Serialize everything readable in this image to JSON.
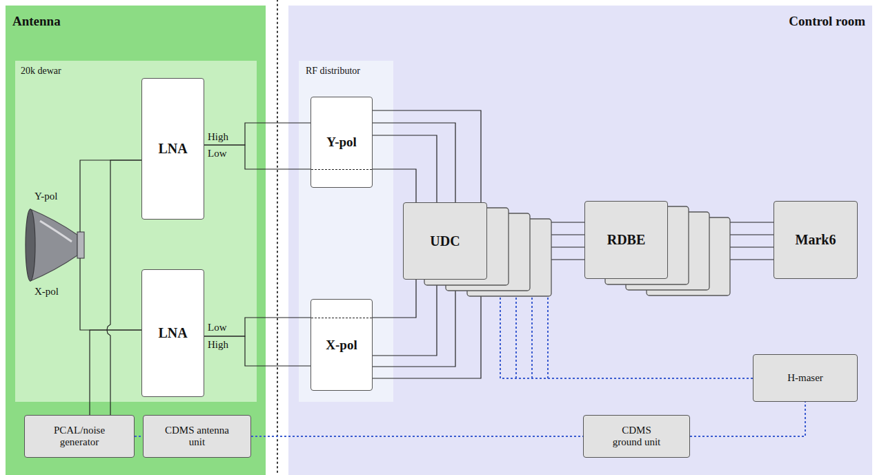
{
  "diagram": {
    "nodes": [
      {
        "text": [
          "Antenna"
        ]
      },
      {
        "text": [
          "20k dewar"
        ],
        "in": 0
      },
      {
        "text": [
          "LNA"
        ],
        "in": 1
      },
      {
        "text": [
          "LNA"
        ],
        "in": 1
      },
      {
        "text": [
          "PCAL/noise generator"
        ],
        "in": 0
      },
      {
        "text": [
          "CDMS antenna unit"
        ],
        "in": 0
      },
      {
        "text": [
          "Control room"
        ]
      },
      {
        "text": [
          "RF distributor"
        ],
        "in": 6
      },
      {
        "text": [
          "Y-pol"
        ],
        "in": 7
      },
      {
        "text": [
          "X-pol"
        ],
        "in": 7
      },
      {
        "text": [
          "UDC"
        ],
        "in": 6
      },
      {
        "text": [
          "RDBE"
        ],
        "in": 6
      },
      {
        "text": [
          "Mark6"
        ],
        "in": 6
      },
      {
        "text": [
          "H-maser"
        ],
        "in": 6
      },
      {
        "text": [
          "CDMS ground unit"
        ],
        "in": 6
      }
    ],
    "edges": [
      {
        "from": 4,
        "to": 2,
        "arrow": "none"
      },
      {
        "from": 4,
        "to": 3,
        "arrow": "none"
      },
      {
        "from": 2,
        "to": 8,
        "arrow": "none"
      },
      {
        "from": 2,
        "to": 8,
        "arrow": "none"
      },
      {
        "from": 8,
        "to": 10,
        "arrow": "none"
      },
      {
        "from": 8,
        "to": 10,
        "arrow": "none"
      },
      {
        "from": 8,
        "to": 10,
        "arrow": "none"
      },
      {
        "from": 8,
        "to": 10,
        "arrow": "none"
      },
      {
        "from": 3,
        "to": 9,
        "arrow": "none"
      },
      {
        "from": 3,
        "to": 9,
        "arrow": "none"
      },
      {
        "from": 9,
        "to": 10,
        "arrow": "none"
      },
      {
        "from": 9,
        "to": 10,
        "arrow": "none"
      },
      {
        "from": 9,
        "to": 10,
        "arrow": "none"
      },
      {
        "from": 9,
        "to": 10,
        "arrow": "none"
      },
      {
        "from": 10,
        "to": 11,
        "arrow": "none"
      },
      {
        "from": 10,
        "to": 11,
        "arrow": "none"
      },
      {
        "from": 10,
        "to": 11,
        "arrow": "none"
      },
      {
        "from": 10,
        "to": 11,
        "arrow": "none"
      },
      {
        "from": 11,
        "to": 12,
        "arrow": "none"
      },
      {
        "from": 11,
        "to": 12,
        "arrow": "none"
      },
      {
        "from": 11,
        "to": 12,
        "arrow": "none"
      },
      {
        "from": 11,
        "to": 12,
        "arrow": "none"
      },
      {
        "from": 13,
        "to": 10,
        "arrow": "none"
      },
      {
        "from": 14,
        "to": 13,
        "arrow": "none"
      },
      {
        "from": 5,
        "to": 14,
        "arrow": "none"
      },
      {
        "from": 4,
        "to": 5,
        "arrow": "none"
      }
    ],
    "labels": [
      "Y-pol",
      "X-pol",
      "High",
      "Low",
      "Low",
      "High"
    ]
  }
}
